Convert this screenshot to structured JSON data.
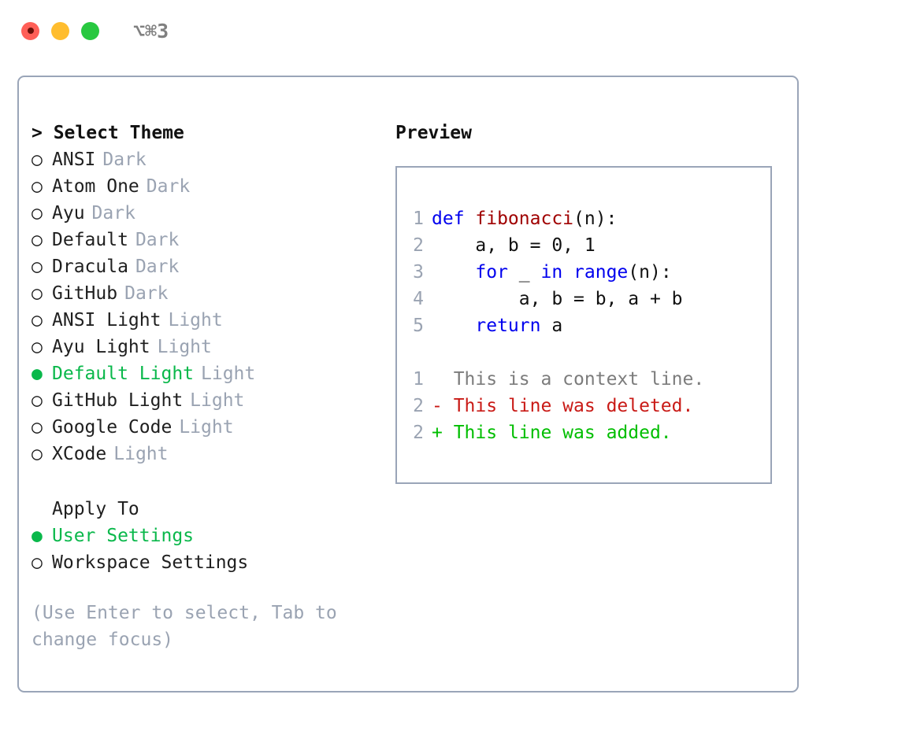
{
  "titlebar": {
    "shortcut": "⌥⌘3",
    "buttons": {
      "close": "close",
      "minimize": "minimize",
      "maximize": "maximize"
    }
  },
  "theme_list": {
    "header": "> Select Theme",
    "items": [
      {
        "bullet": "○",
        "label": "ANSI",
        "tag": "Dark",
        "selected": false
      },
      {
        "bullet": "○",
        "label": "Atom One",
        "tag": "Dark",
        "selected": false
      },
      {
        "bullet": "○",
        "label": "Ayu",
        "tag": "Dark",
        "selected": false
      },
      {
        "bullet": "○",
        "label": "Default",
        "tag": "Dark",
        "selected": false
      },
      {
        "bullet": "○",
        "label": "Dracula",
        "tag": "Dark",
        "selected": false
      },
      {
        "bullet": "○",
        "label": "GitHub",
        "tag": "Dark",
        "selected": false
      },
      {
        "bullet": "○",
        "label": "ANSI Light",
        "tag": "Light",
        "selected": false
      },
      {
        "bullet": "○",
        "label": "Ayu Light",
        "tag": "Light",
        "selected": false
      },
      {
        "bullet": "●",
        "label": "Default Light",
        "tag": "Light",
        "selected": true
      },
      {
        "bullet": "○",
        "label": "GitHub Light",
        "tag": "Light",
        "selected": false
      },
      {
        "bullet": "○",
        "label": "Google Code",
        "tag": "Light",
        "selected": false
      },
      {
        "bullet": "○",
        "label": "XCode",
        "tag": "Light",
        "selected": false
      }
    ]
  },
  "apply_to": {
    "header": "Apply To",
    "items": [
      {
        "bullet": "●",
        "label": "User Settings",
        "selected": true
      },
      {
        "bullet": "○",
        "label": "Workspace Settings",
        "selected": false
      }
    ]
  },
  "hint": "(Use Enter to select, Tab to change focus)",
  "preview": {
    "title": "Preview",
    "code_lines": [
      {
        "number": "1",
        "tokens": [
          {
            "text": "def ",
            "kind": "kw"
          },
          {
            "text": "fibonacci",
            "kind": "fn"
          },
          {
            "text": "(n):",
            "kind": "plain"
          }
        ]
      },
      {
        "number": "2",
        "tokens": [
          {
            "text": "    a, b = 0, 1",
            "kind": "plain"
          }
        ]
      },
      {
        "number": "3",
        "tokens": [
          {
            "text": "    ",
            "kind": "plain"
          },
          {
            "text": "for",
            "kind": "kw"
          },
          {
            "text": " _ ",
            "kind": "plain"
          },
          {
            "text": "in",
            "kind": "kw"
          },
          {
            "text": " ",
            "kind": "plain"
          },
          {
            "text": "range",
            "kind": "kw"
          },
          {
            "text": "(n):",
            "kind": "plain"
          }
        ]
      },
      {
        "number": "4",
        "tokens": [
          {
            "text": "        a, b = b, a + b",
            "kind": "plain"
          }
        ]
      },
      {
        "number": "5",
        "tokens": [
          {
            "text": "    ",
            "kind": "plain"
          },
          {
            "text": "return",
            "kind": "kw"
          },
          {
            "text": " a",
            "kind": "plain"
          }
        ]
      }
    ],
    "diff_lines": [
      {
        "number": "1",
        "marker": " ",
        "text": "This is a context line.",
        "kind": "ctx"
      },
      {
        "number": "2",
        "marker": "-",
        "text": "This line was deleted.",
        "kind": "del"
      },
      {
        "number": "2",
        "marker": "+",
        "text": "This line was added.",
        "kind": "add"
      }
    ]
  },
  "colors": {
    "accent_green": "#0ab84b",
    "diff_add": "#00be00",
    "diff_del": "#c91a16",
    "keyword_blue": "#0000ee",
    "function_red": "#a00000",
    "muted_gray": "#9aa3b2",
    "border": "#9aa5b8",
    "traffic_red": "#ff5f57",
    "traffic_yellow": "#ffbd2e",
    "traffic_green": "#28c840"
  }
}
